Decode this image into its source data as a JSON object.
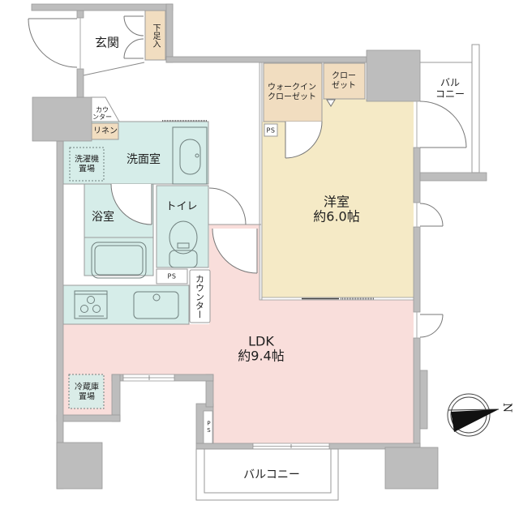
{
  "colors": {
    "ldk": "#f9dedb",
    "western_room": "#f5eac6",
    "wet_area": "#d6ede9",
    "storage": "#f1ddc0",
    "wall": "#bdbdbd",
    "white": "#ffffff",
    "compass_needle": "#111111"
  },
  "plan": {
    "entrance": {
      "label": "玄関"
    },
    "shoe_cabinet": {
      "label": "下足入"
    },
    "counter_hall": {
      "line1": "カウ",
      "line2": "ンター"
    },
    "linen": {
      "label": "リネン"
    },
    "washroom": {
      "label": "洗面室"
    },
    "washer_space": {
      "line1": "洗濯機",
      "line2": "置場"
    },
    "bathroom": {
      "label": "浴室"
    },
    "toilet": {
      "label": "トイレ"
    },
    "ps_kitchen": {
      "label": "PS"
    },
    "counter_kitchen": {
      "label": "カウンター"
    },
    "walk_in_closet": {
      "line1": "ウォークイン",
      "line2": "クローゼット"
    },
    "closet": {
      "line1": "クロー",
      "line2": "ゼット"
    },
    "ps_bedroom": {
      "label": "PS"
    },
    "balcony_upper": {
      "line1": "バル",
      "line2": "コニー"
    },
    "western_room": {
      "label": "洋室",
      "size": "約6.0帖"
    },
    "ldk": {
      "label": "LDK",
      "size": "約9.4帖"
    },
    "fridge_space": {
      "line1": "冷蔵庫",
      "line2": "置場"
    },
    "ps_ldk": {
      "label": "PS"
    },
    "balcony_lower": {
      "label": "バルコニー"
    },
    "compass": {
      "label": "N"
    }
  }
}
